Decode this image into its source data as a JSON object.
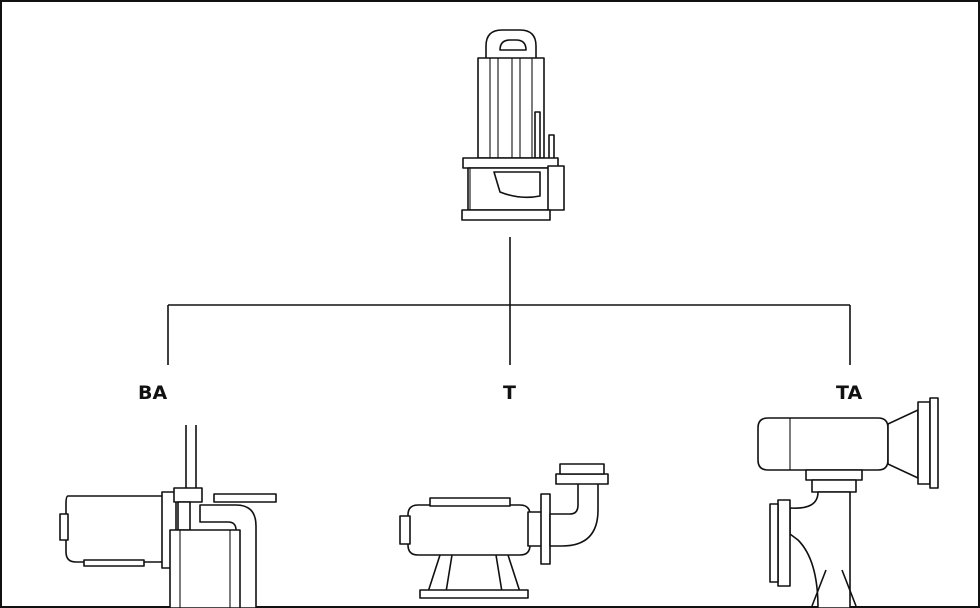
{
  "diagram": {
    "labels": {
      "ba": "BA",
      "t": "T",
      "ta": "TA"
    },
    "colors": {
      "background": "#ffffff",
      "line": "#111111"
    },
    "nodes": [
      {
        "id": "pump-motor",
        "icon": "submersible-pump-motor-icon"
      },
      {
        "id": "ba",
        "icon": "ba-pump-installation-icon"
      },
      {
        "id": "t",
        "icon": "t-pump-installation-icon"
      },
      {
        "id": "ta",
        "icon": "ta-pump-installation-icon"
      }
    ]
  }
}
